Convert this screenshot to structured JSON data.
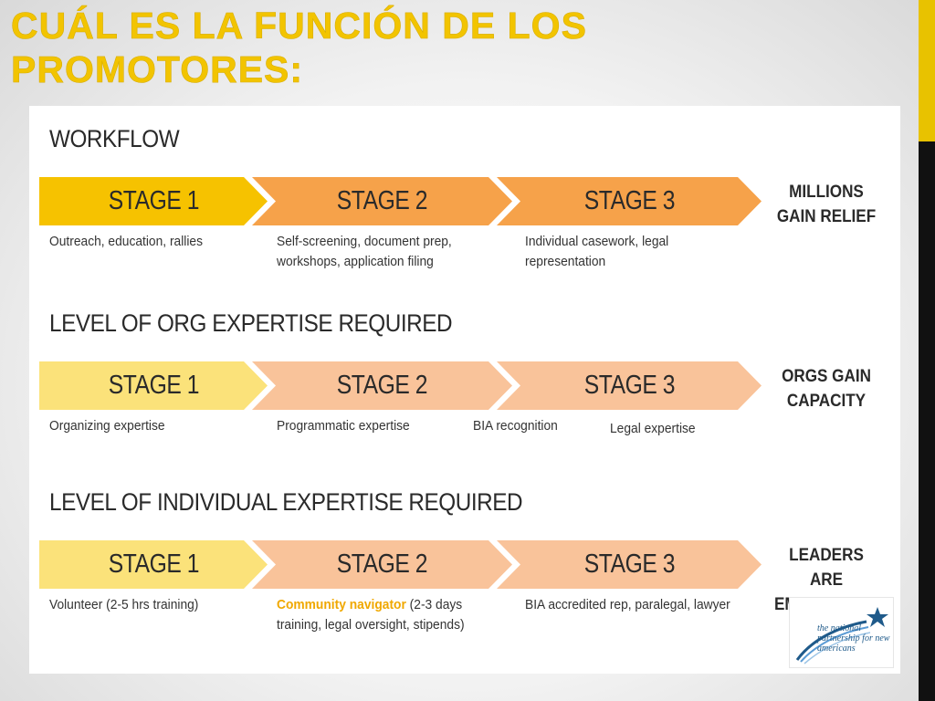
{
  "title": "CUÁL ES LA FUNCIÓN DE LOS PROMOTORES:",
  "colors": {
    "title": "#f2c400",
    "stage1_strong": "#f6c200",
    "stage23_strong": "#f6a24a",
    "stage1_light": "#fbe27a",
    "stage23_light": "#f9c39a",
    "highlight": "#f0a800"
  },
  "sections": [
    {
      "heading": "WORKFLOW",
      "stages": [
        "STAGE 1",
        "STAGE 2",
        "STAGE 3"
      ],
      "outcome": "MILLIONS GAIN RELIEF",
      "descriptions": {
        "d1": "Outreach, education, rallies",
        "d2": "Self-screening, document prep, workshops, application filing",
        "d3": "Individual casework, legal representation"
      }
    },
    {
      "heading": "LEVEL OF ORG EXPERTISE REQUIRED",
      "stages": [
        "STAGE 1",
        "STAGE 2",
        "STAGE 3"
      ],
      "outcome": "ORGS GAIN CAPACITY",
      "descriptions": {
        "d1": "Organizing expertise",
        "d2": "Programmatic expertise",
        "d2b": "BIA recognition",
        "d3": "Legal expertise"
      }
    },
    {
      "heading": "LEVEL OF INDIVIDUAL EXPERTISE REQUIRED",
      "stages": [
        "STAGE 1",
        "STAGE 2",
        "STAGE 3"
      ],
      "outcome": "LEADERS ARE EMPOWERED",
      "descriptions": {
        "d1": "Volunteer (2-5 hrs training)",
        "d2_highlight": "Community navigator",
        "d2_rest": " (2-3 days training, legal oversight, stipends)",
        "d3": "BIA accredited rep, paralegal, lawyer"
      }
    }
  ],
  "logo": {
    "text": "the national partnership for new americans",
    "icon": "star-swoosh-logo-icon"
  }
}
